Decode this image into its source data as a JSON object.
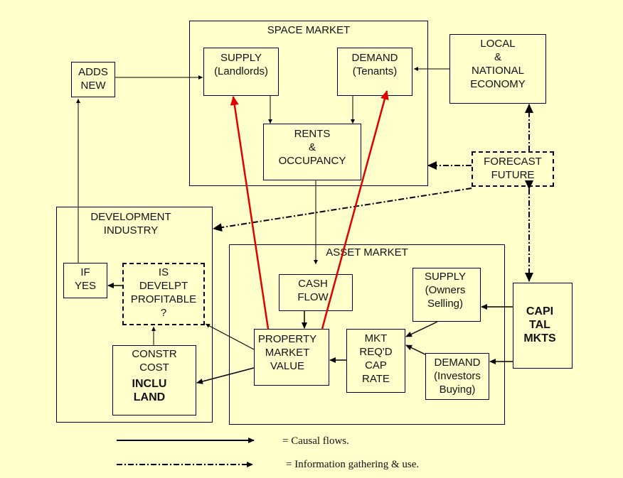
{
  "colors": {
    "background": "#ffffcc",
    "causal_arrow": "#000000",
    "valuation_arrow": "#e00000"
  },
  "nodes": {
    "space_market": "SPACE MARKET",
    "supply_landlords": "SUPPLY\n(Landlords)",
    "demand_tenants": "DEMAND\n(Tenants)",
    "rents_occupancy": "RENTS\n&\nOCCUPANCY",
    "local_national_economy": "LOCAL\n&\nNATIONAL\nECONOMY",
    "adds_new": "ADDS\nNEW",
    "forecast_future": "FORECAST\nFUTURE",
    "development_industry": "DEVELOPMENT\nINDUSTRY",
    "if_yes": "IF\nYES",
    "is_develpt_profitable": "IS\nDEVELPT\nPROFITABLE\n?",
    "constr_cost": "CONSTR\nCOST",
    "inclu_land": "INCLU\nLAND",
    "asset_market": "ASSET MARKET",
    "cash_flow": "CASH\nFLOW",
    "supply_owners": "SUPPLY\n(Owners\n  Selling)",
    "property_market_value": "PROPERTY\nMARKET\nVALUE",
    "mkt_reqd_cap_rate": "MKT\nREQ'D\nCAP\nRATE",
    "demand_investors": "DEMAND\n(Investors\nBuying)",
    "capital_mkts": "CAPI\nTAL\nMKTS"
  },
  "legend": {
    "causal_flows": "= Causal flows.",
    "information": "= Information gathering & use."
  }
}
